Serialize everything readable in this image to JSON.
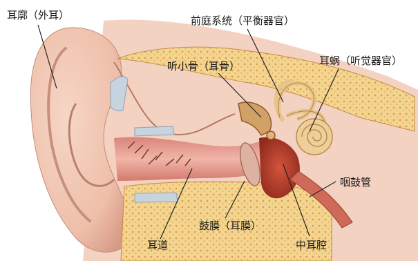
{
  "labels": {
    "auricle": "耳廓（外耳）",
    "vestibular": "前庭系统（平衡器官）",
    "ossicles": "听小骨（耳骨）",
    "cochlea": "耳蜗（听觉器官）",
    "eustachian": "咽鼓管",
    "ear_canal": "耳道",
    "eardrum": "鼓膜（耳膜）",
    "middle_ear": "中耳腔"
  },
  "colors": {
    "skin": "#f0c7b3",
    "skin_shadow": "#c98f7e",
    "bone": "#f3d58f",
    "bone_dot": "#e0a85a",
    "canal": "#e9a79a",
    "tissue_red": "#b8402e",
    "cochlea": "#efcf99",
    "cartilage": "#c7d3de",
    "leader": "#222222"
  }
}
